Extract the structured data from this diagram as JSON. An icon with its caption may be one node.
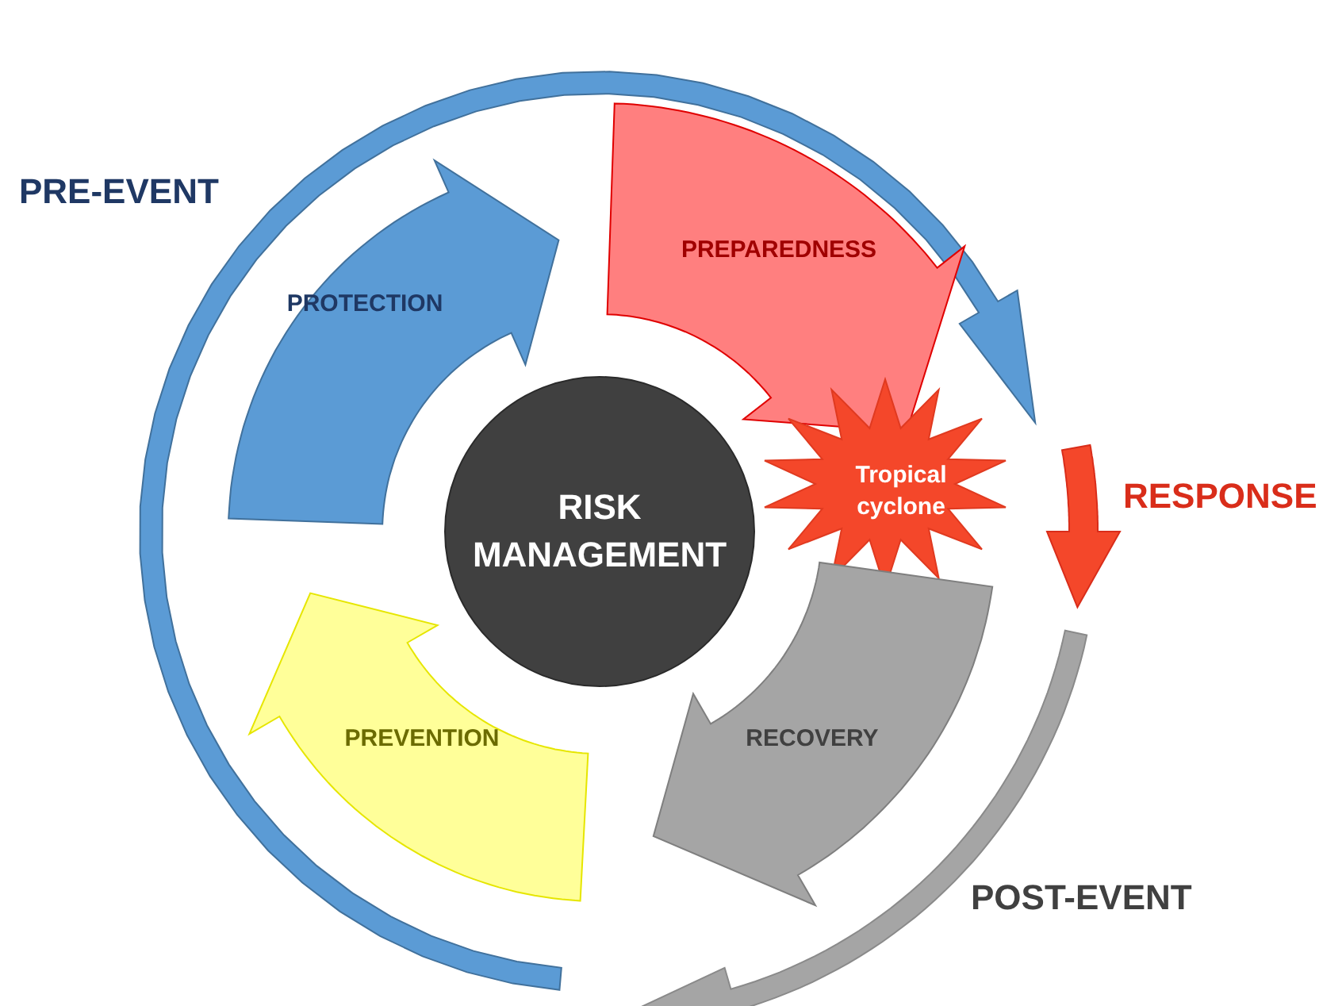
{
  "diagram": {
    "nodes": [
      {
        "text": [
          "PROTECTION"
        ]
      },
      {
        "text": [
          "PREPAREDNESS"
        ]
      },
      {
        "text": [
          "RISK MANAGEMENT"
        ]
      },
      {
        "text": [
          "Tropical cyclone"
        ]
      },
      {
        "text": [
          "RECOVERY"
        ]
      },
      {
        "text": [
          "PREVENTION"
        ]
      }
    ],
    "labels": [
      "PRE-EVENT",
      "RESPONSE",
      "POST-EVENT"
    ]
  }
}
